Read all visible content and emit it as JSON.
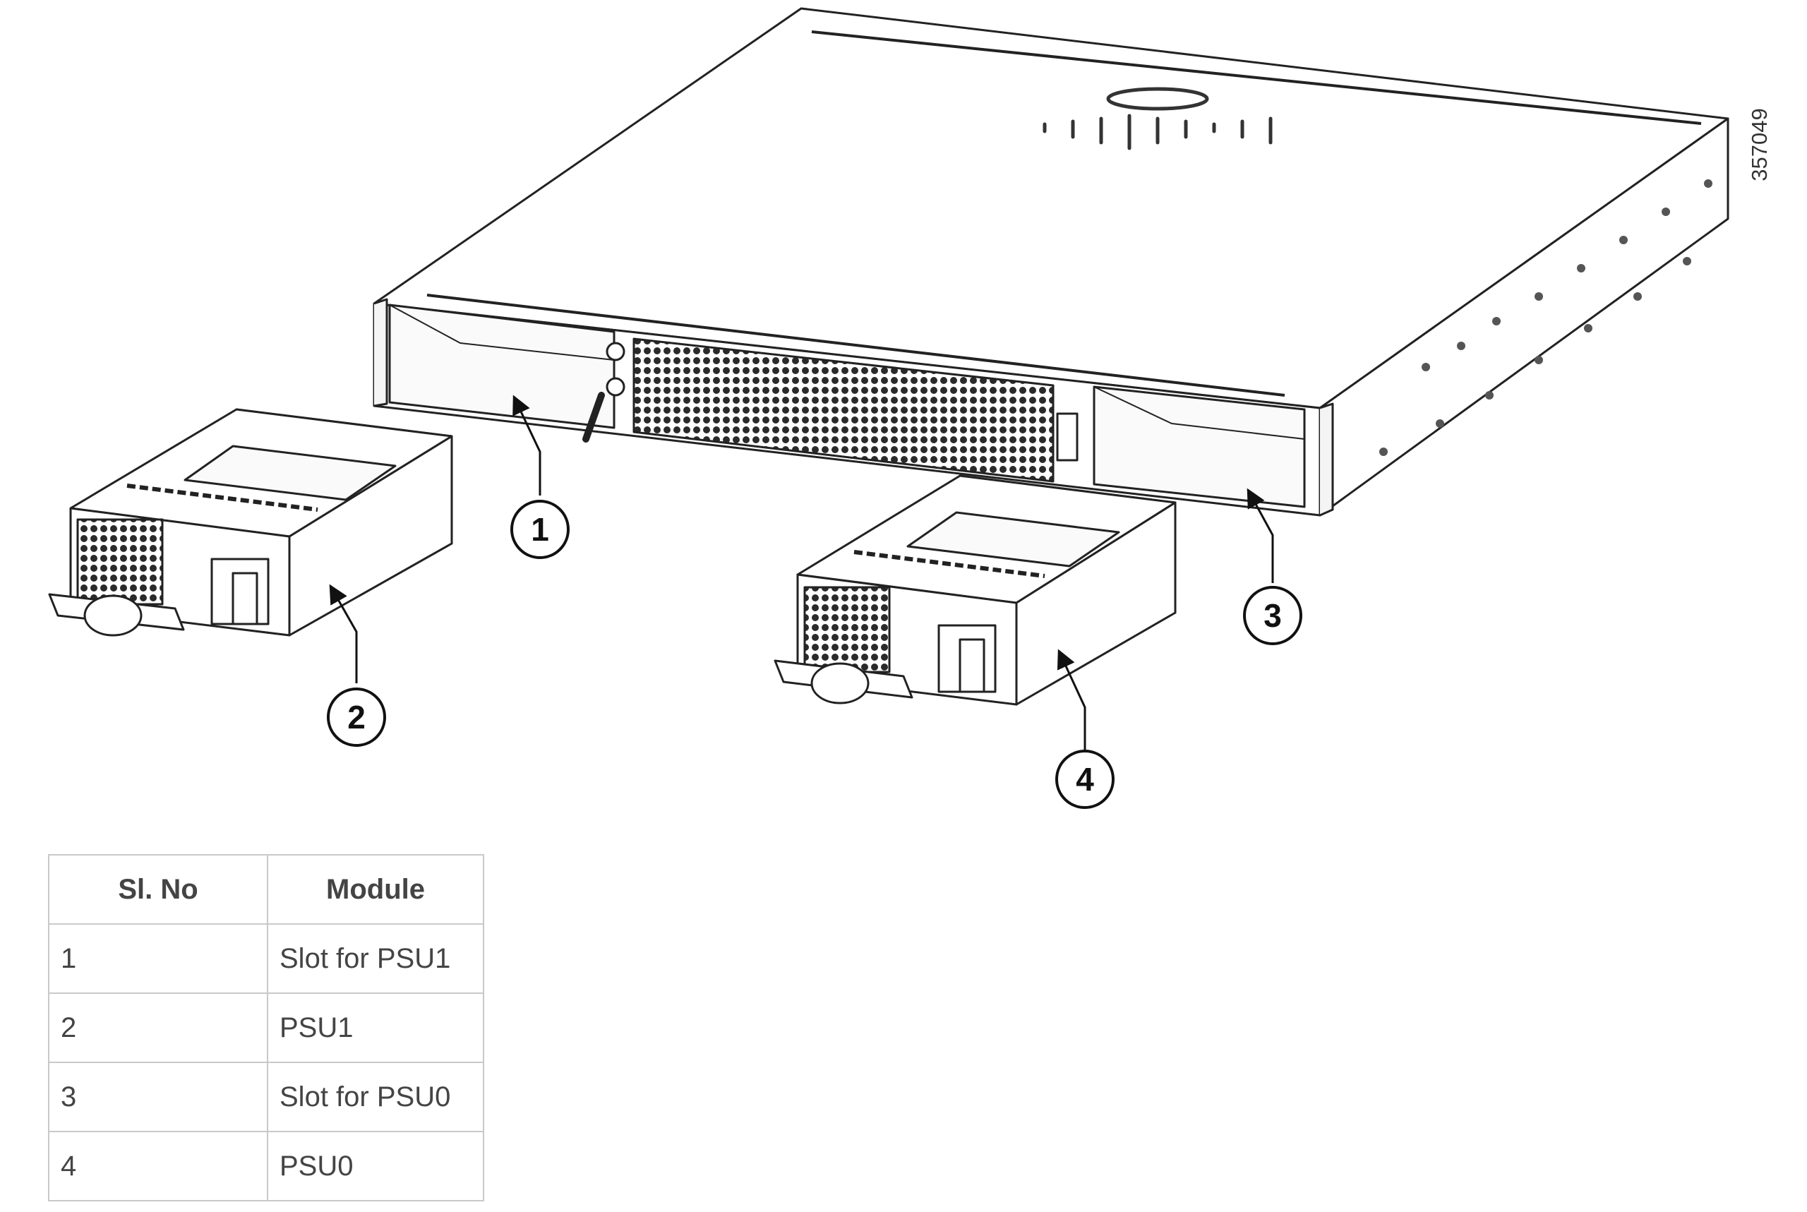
{
  "figure_id": "357049",
  "callouts": [
    "1",
    "2",
    "3",
    "4"
  ],
  "table": {
    "headers": [
      "Sl. No",
      "Module"
    ],
    "rows": [
      [
        "1",
        "Slot for PSU1"
      ],
      [
        "2",
        "PSU1"
      ],
      [
        "3",
        "Slot for PSU0"
      ],
      [
        "4",
        "PSU0"
      ]
    ]
  },
  "colors": {
    "line": "#222222",
    "table_border": "#c9c9c9",
    "text": "#444444"
  }
}
